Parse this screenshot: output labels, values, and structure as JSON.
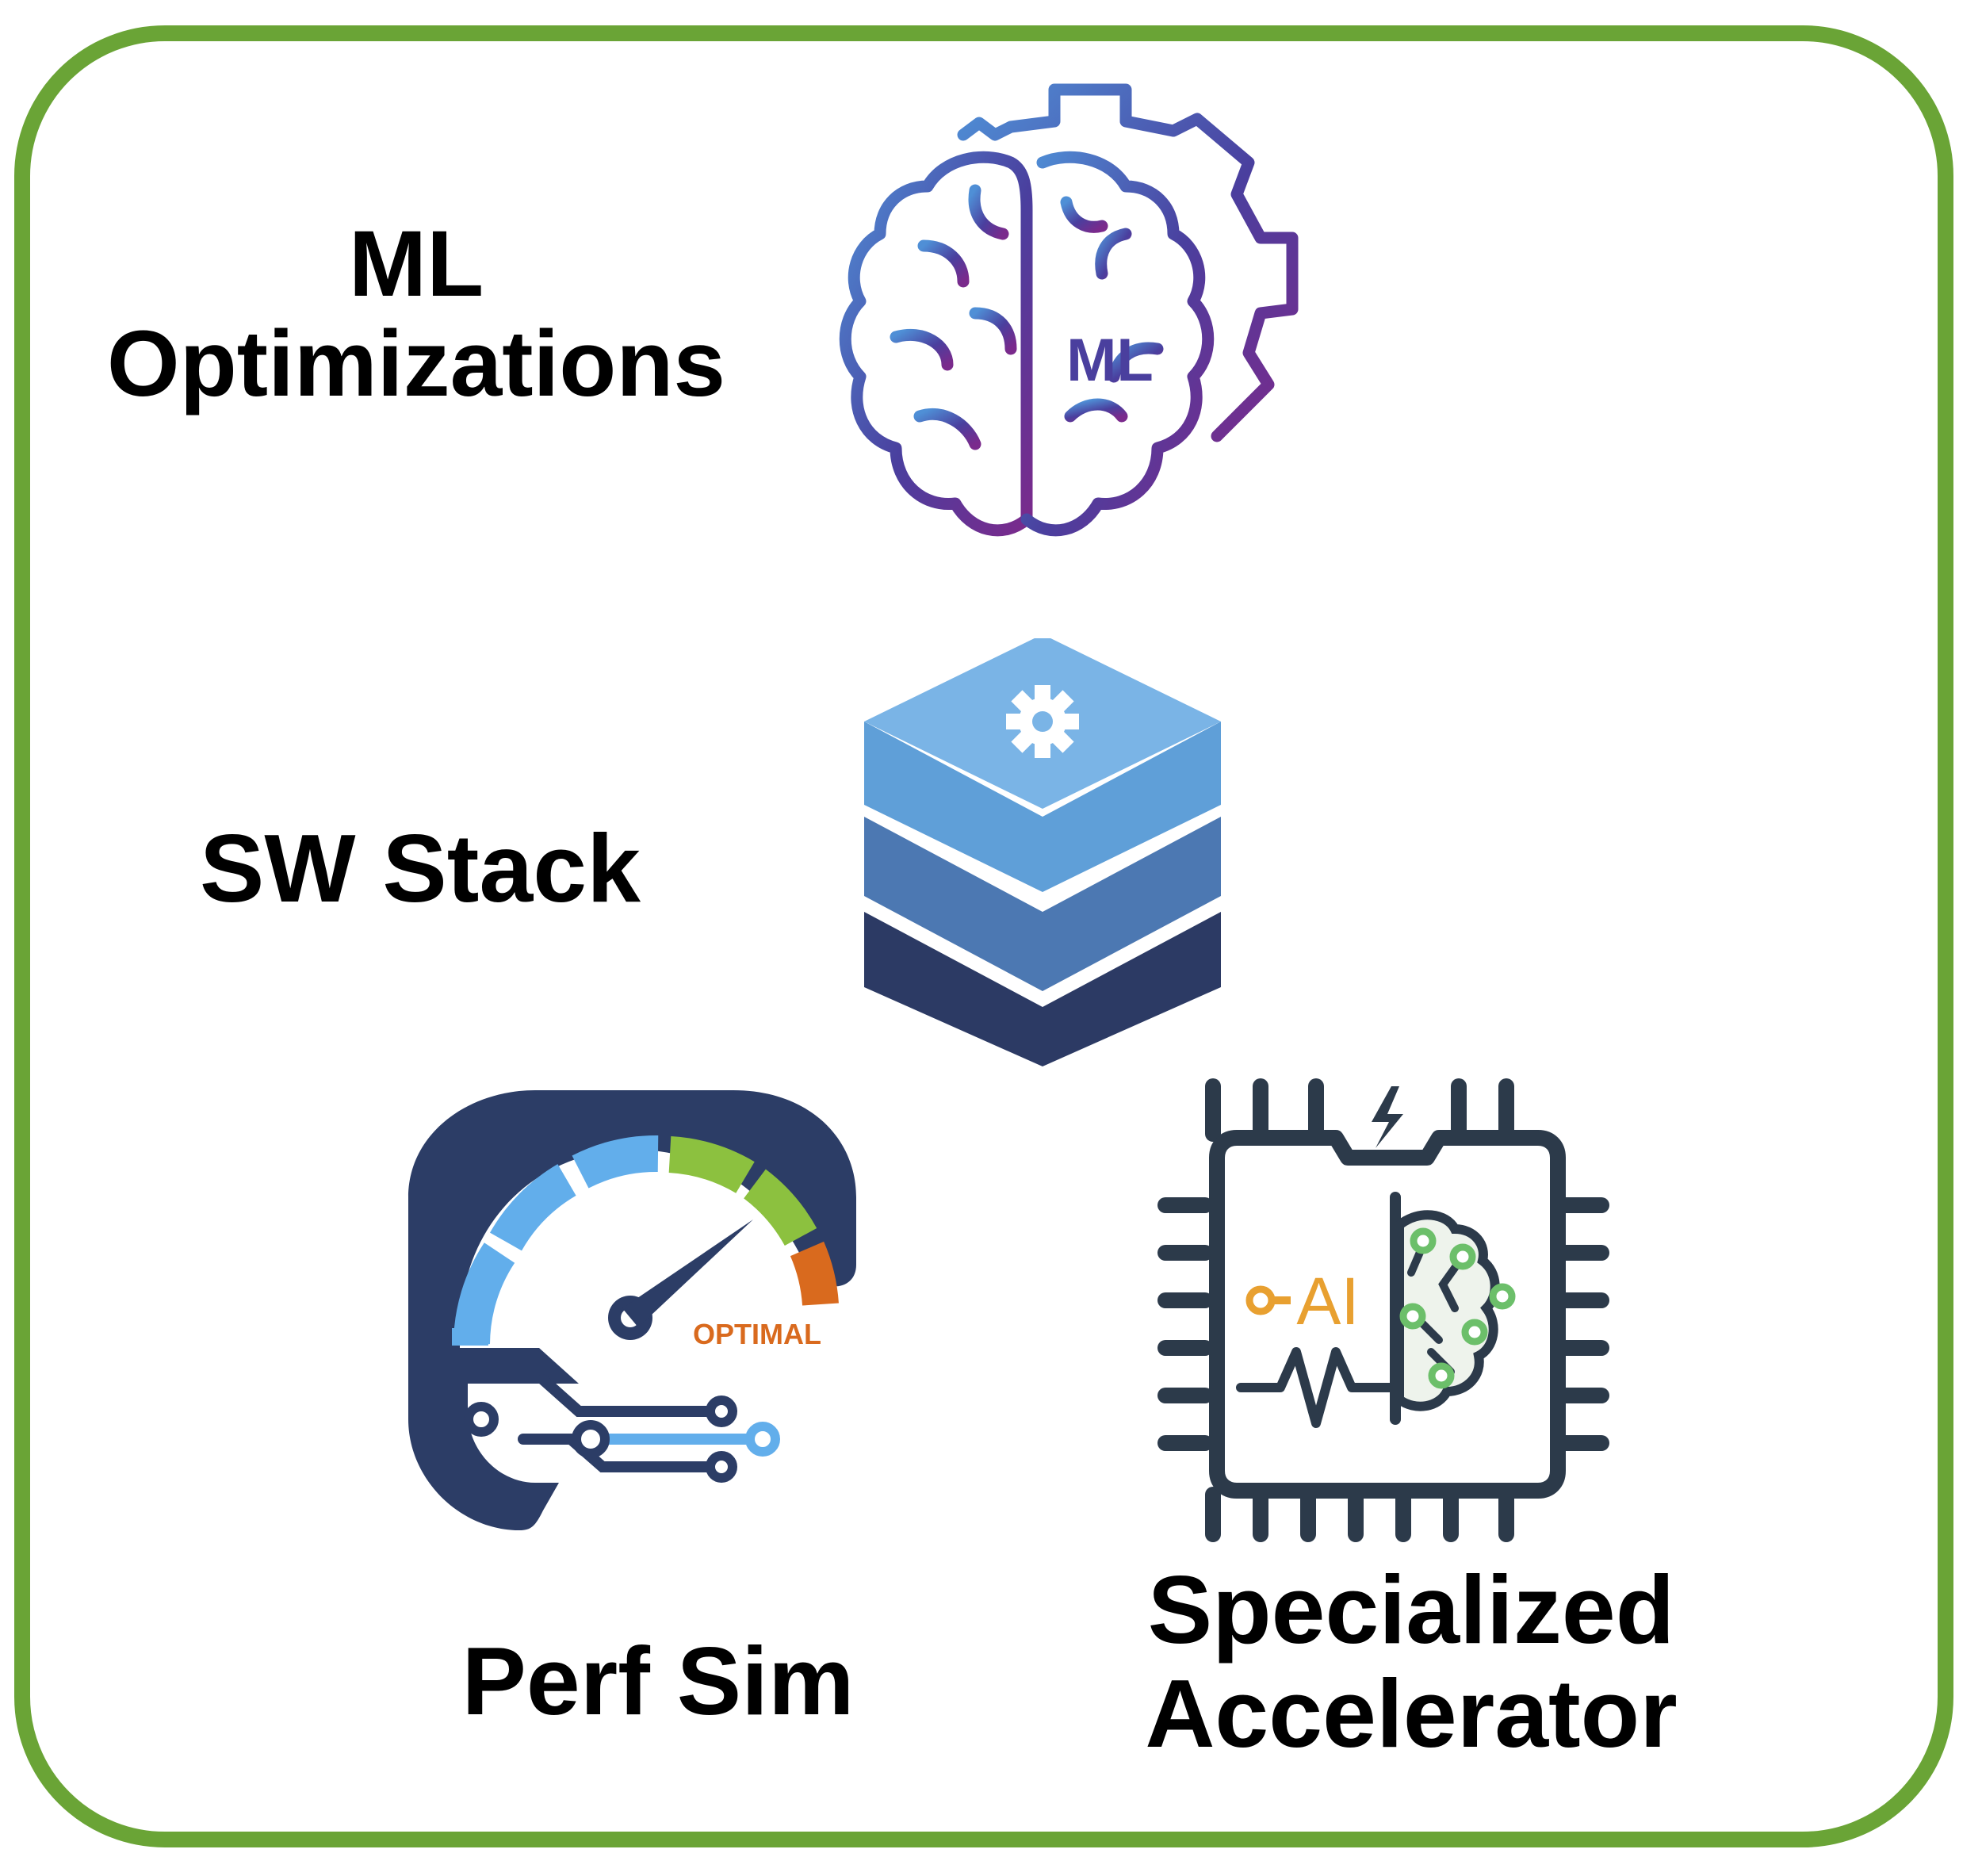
{
  "diagram": {
    "labels": {
      "ml_line1": "ML",
      "ml_line2": "Optimizations",
      "sw_stack": "SW Stack",
      "perf_sim": "Perf Sim",
      "accel_line1": "Specialized",
      "accel_line2": "Accelerator"
    },
    "icons": {
      "brain": {
        "name": "brain-gear-icon",
        "text": "ML"
      },
      "stack": {
        "name": "layered-stack-icon"
      },
      "gauge": {
        "name": "speedometer-icon",
        "text": "OPTIMAL"
      },
      "chip": {
        "name": "ai-chip-icon",
        "text": "AI"
      }
    },
    "colors": {
      "frame": "#6aa436",
      "navy": "#2c3d66",
      "light_blue": "#62aeeb",
      "green": "#8cc13f",
      "orange": "#d96a1e"
    }
  }
}
